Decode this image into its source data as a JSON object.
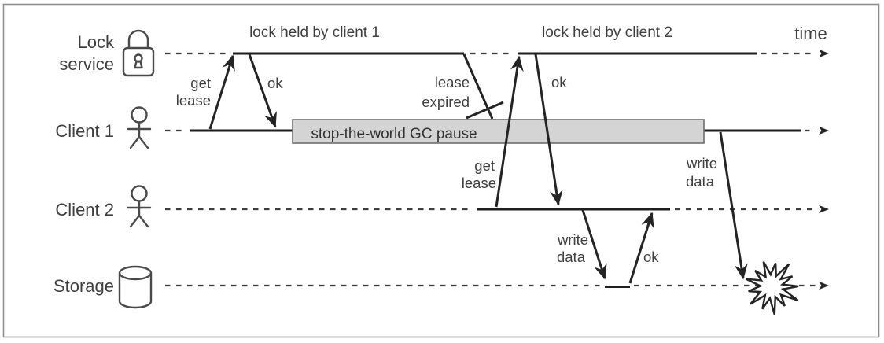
{
  "diagram": {
    "phase_labels": {
      "left": "lock held by client 1",
      "right": "lock held by client 2"
    },
    "time_label": "time",
    "lanes": {
      "lock_service": {
        "line1": "Lock",
        "line2": "service"
      },
      "client1": {
        "label": "Client 1"
      },
      "client2": {
        "label": "Client 2"
      },
      "storage": {
        "label": "Storage"
      }
    },
    "gc_pause": {
      "label": "stop-the-world GC pause"
    },
    "messages": {
      "get_lease1": {
        "line1": "get",
        "line2": "lease"
      },
      "ok1": {
        "label": "ok"
      },
      "lease_expired": {
        "line1": "lease",
        "line2": "expired"
      },
      "get_lease2": {
        "line1": "get",
        "line2": "lease"
      },
      "ok2": {
        "label": "ok"
      },
      "write_data2": {
        "line1": "write",
        "line2": "data"
      },
      "ok_storage": {
        "label": "ok"
      },
      "write_data1": {
        "line1": "write",
        "line2": "data"
      }
    },
    "icons": {
      "lock_service": "padlock-icon",
      "client1": "person-icon",
      "client2": "person-icon",
      "storage": "database-cylinder-icon",
      "failure": "explosion-burst-icon",
      "timeline_end": "arrowhead-icon"
    },
    "colors": {
      "line": "#242424",
      "text": "#3f3f3f",
      "gc_box_fill": "#d4d4d4",
      "gc_box_border": "#6e6e6e",
      "outer_border": "#8f8f8f",
      "background": "#ffffff"
    }
  }
}
